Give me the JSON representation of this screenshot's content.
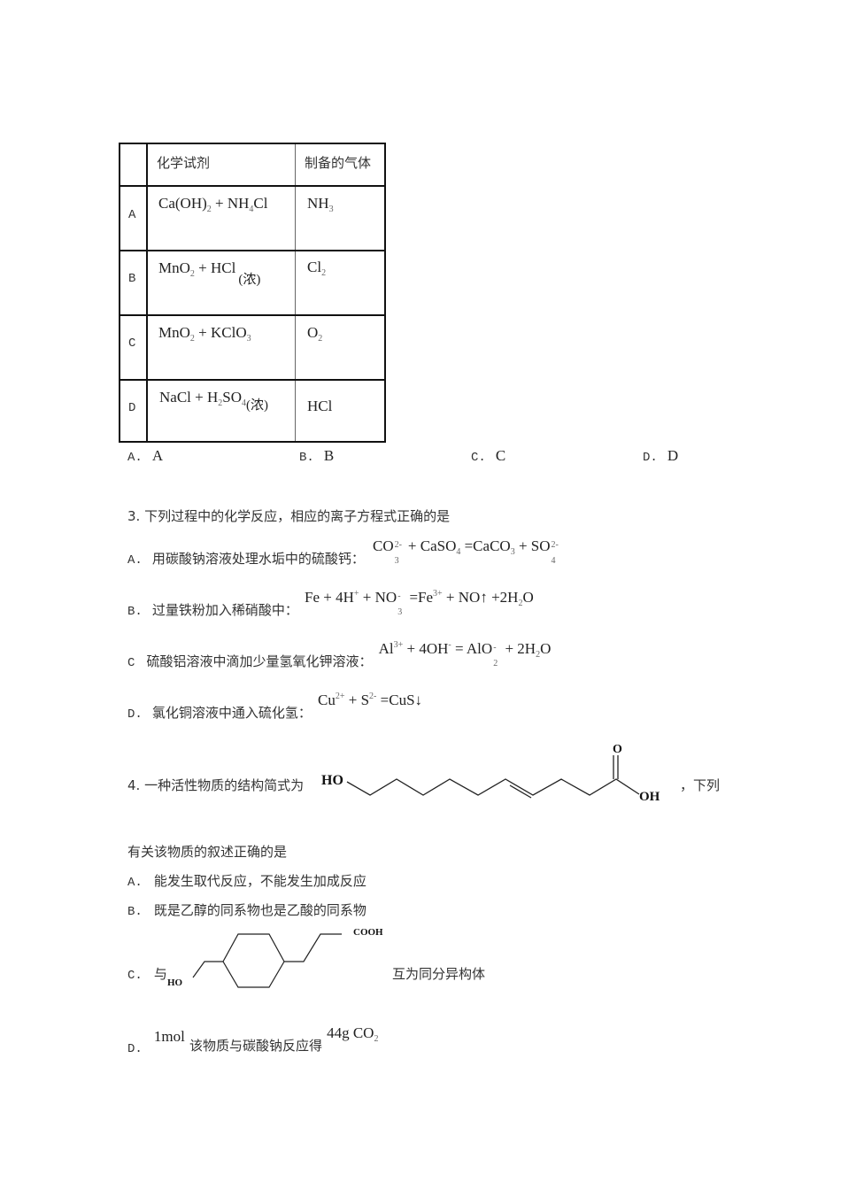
{
  "table": {
    "headers": [
      "",
      "化学试剂",
      "制备的气体"
    ],
    "rows": [
      {
        "label": "A",
        "reagent_parts": [
          "Ca(OH)",
          "2",
          " + NH",
          "4",
          "Cl"
        ],
        "gas_parts": [
          "NH",
          "3"
        ]
      },
      {
        "label": "B",
        "reagent_parts": [
          "MnO",
          "2",
          " + HCl",
          "(浓)"
        ],
        "gas_parts": [
          "Cl",
          "2"
        ]
      },
      {
        "label": "C",
        "reagent_parts": [
          "MnO",
          "2",
          " + KClO",
          "3"
        ],
        "gas_parts": [
          "O",
          "2"
        ]
      },
      {
        "label": "D",
        "reagent_parts": [
          "NaCl + H",
          "2",
          "SO",
          "4",
          "(浓)"
        ],
        "gas_parts": [
          "HCl"
        ]
      }
    ]
  },
  "q2_options": [
    {
      "letter": "A.",
      "text": "A"
    },
    {
      "letter": "B.",
      "text": "B"
    },
    {
      "letter": "C.",
      "text": "C"
    },
    {
      "letter": "D.",
      "text": "D"
    }
  ],
  "q3": {
    "stem": "3. 下列过程中的化学反应，相应的离子方程式正确的是",
    "options": [
      {
        "letter": "A.",
        "text": "用碳酸钠溶液处理水垢中的硫酸钙：",
        "eq": [
          "CO",
          "3",
          "2-",
          " + CaSO",
          "4",
          " =CaCO",
          "3",
          " + SO",
          "4",
          "2-"
        ]
      },
      {
        "letter": "B.",
        "text": "过量铁粉加入稀硝酸中：",
        "eq": [
          "Fe + 4H",
          "+",
          " + NO",
          "3",
          "-",
          " =Fe",
          "3+",
          " + NO↑ +2H",
          "2",
          "O"
        ]
      },
      {
        "letter": "C",
        "text": "硫酸铝溶液中滴加少量氢氧化钾溶液：",
        "eq": [
          "Al",
          "3+",
          " + 4OH",
          "-",
          " = AlO",
          "2",
          "-",
          " + 2H",
          "2",
          "O"
        ]
      },
      {
        "letter": "D.",
        "text": "氯化铜溶液中通入硫化氢：",
        "eq": [
          "Cu",
          "2+",
          " + S",
          "2-",
          " =CuS↓"
        ]
      }
    ]
  },
  "q4": {
    "stem": "4. 一种活性物质的结构简式为",
    "stem_tail": "，下列",
    "stem_line2": "有关该物质的叙述正确的是",
    "structure_labels": {
      "ho": "HO",
      "o": "O",
      "oh": "OH"
    },
    "options": [
      {
        "letter": "A.",
        "text": "能发生取代反应，不能发生加成反应"
      },
      {
        "letter": "B.",
        "text": "既是乙醇的同系物也是乙酸的同系物"
      },
      {
        "letter": "C.",
        "text_pre": "与",
        "text_post": "互为同分异构体",
        "structure_labels": {
          "ho": "HO",
          "cooh": "COOH"
        }
      },
      {
        "letter": "D.",
        "pre": "1mol",
        "text": "该物质与碳酸钠反应得",
        "post": "44g CO",
        "post_sub": "2"
      }
    ]
  }
}
